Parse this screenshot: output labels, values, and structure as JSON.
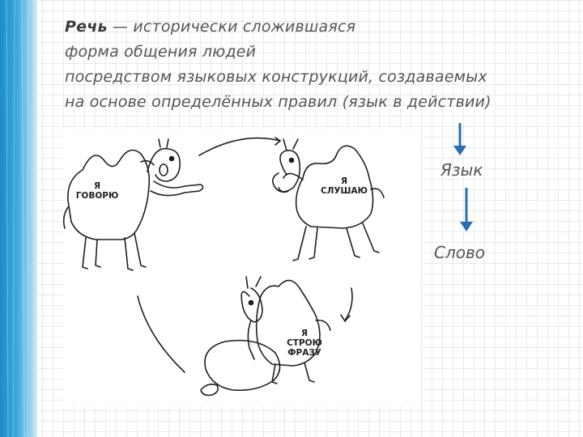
{
  "title": {
    "lead": "Речь",
    "line1_rest": " — исторически сложившаяся",
    "line2": "форма общения людей",
    "line3": "посредством языковых конструкций, создаваемых",
    "line4": "на основе определённых правил (язык в действии)"
  },
  "illustration": {
    "camel_speaking": {
      "line1": "Я",
      "line2": "ГОВОРЮ"
    },
    "camel_listening": {
      "line1": "Я",
      "line2": "СЛУШАЮ"
    },
    "camel_composing": {
      "line1": "Я",
      "line2": "СТРОЮ",
      "line3": "ФРАЗУ"
    }
  },
  "hierarchy": {
    "first": "Язык",
    "second": "Слово"
  },
  "colors": {
    "arrow": "#2a6fae",
    "accent_bar": "#1b8cc6"
  }
}
